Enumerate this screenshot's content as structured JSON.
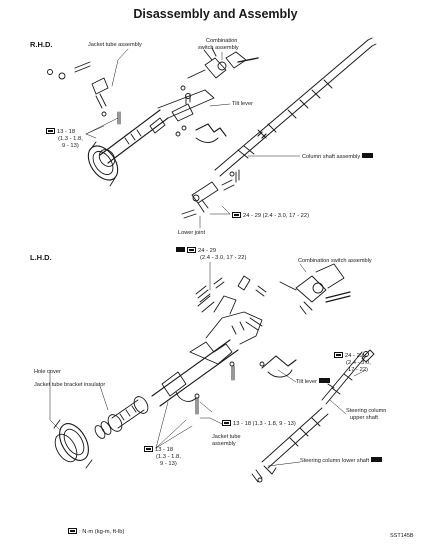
{
  "title": "Disassembly and Assembly",
  "rhd": {
    "heading": "R.H.D.",
    "labels": {
      "jacket_tube": "Jacket tube assembly",
      "combination_switch_line1": "Combination",
      "combination_switch_line2": "switch assembly",
      "tilt_lever": "Tilt lever",
      "column_shaft": "Column shaft assembly",
      "lower_joint": "Lower joint"
    },
    "torque_main": [
      "13 - 18",
      "(1.3 - 1.8,",
      "9 - 13)"
    ],
    "torque_joint": "24 - 29 (2.4 - 3.0, 17 - 22)"
  },
  "lhd": {
    "heading": "L.H.D.",
    "labels": {
      "combination_switch": "Combination switch assembly",
      "hole_cover": "Hole cover",
      "bracket_insulator": "Jacket tube bracket insulator",
      "tilt_lever": "Tilt lever",
      "upper_shaft_line1": "Steering column",
      "upper_shaft_line2": "upper shaft",
      "lower_shaft": "Steering column lower shaft",
      "jacket_tube_line1": "Jacket tube",
      "jacket_tube_line2": "assembly"
    },
    "torque_top": [
      "24 - 29",
      "(2.4 - 3.0, 17 - 22)"
    ],
    "torque_right": [
      "24 - 29",
      "(2.4 - 3.0,",
      "17 - 22)"
    ],
    "torque_mid": "13 - 18 (1.3 - 1.8, 9 - 13)",
    "torque_left": [
      "13 - 18",
      "(1.3 - 1.8,",
      "9 - 13)"
    ]
  },
  "legend": ": N·m (kg-m, ft-lb)",
  "figure_code": "SST145B"
}
